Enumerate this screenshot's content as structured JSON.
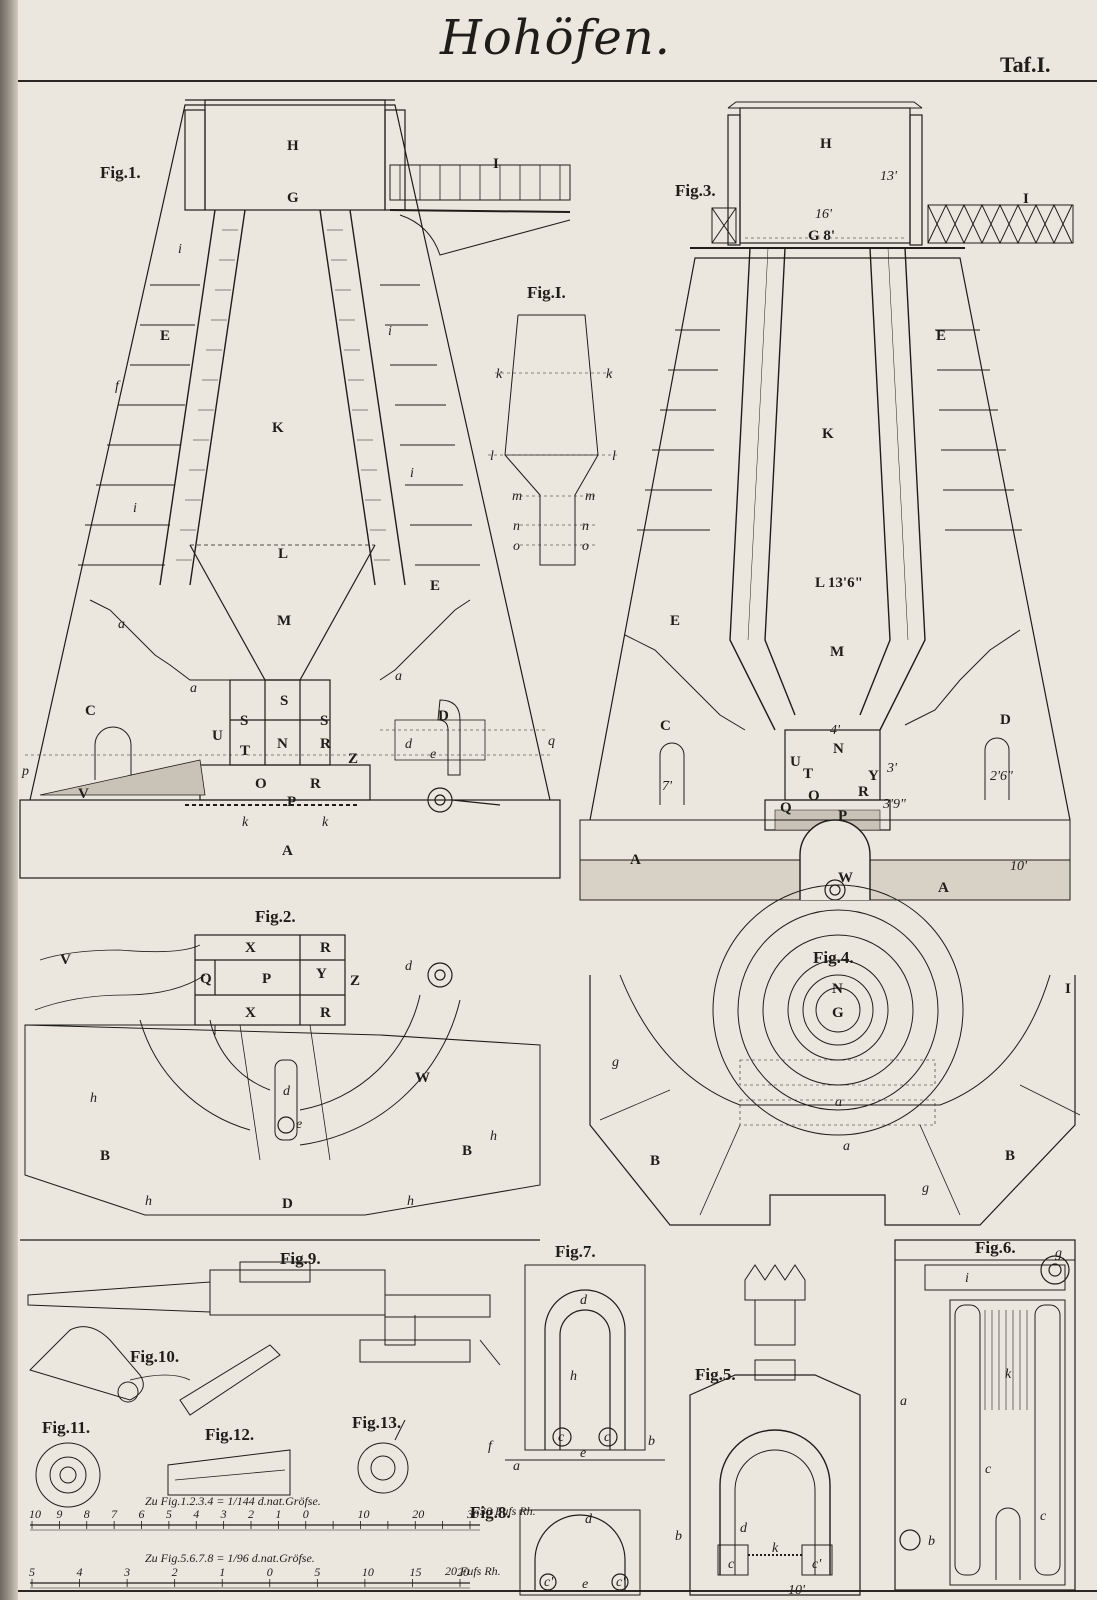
{
  "header": {
    "title": "Hohöfen.",
    "plate": "Taf.I."
  },
  "figures": {
    "fig1": "Fig.1.",
    "fig2": "Fig.2.",
    "fig3": "Fig.3.",
    "fig4": "Fig.4.",
    "fig5": "Fig.5.",
    "fig6": "Fig.6.",
    "fig7": "Fig.7.",
    "fig8": "Fig.8.",
    "fig9": "Fig.9.",
    "fig10": "Fig.10.",
    "fig11": "Fig.11.",
    "fig12": "Fig.12.",
    "fig13": "Fig.13.",
    "figI": "Fig.I."
  },
  "fig1_labels": {
    "H": "H",
    "G": "G",
    "I": "I",
    "K": "K",
    "L": "L",
    "M": "M",
    "E1": "E",
    "E2": "E",
    "C": "C",
    "D": "D",
    "S1": "S",
    "S2": "S",
    "S3": "S",
    "N": "N",
    "R1": "R",
    "R2": "R",
    "T": "T",
    "U": "U",
    "O": "O",
    "P": "P",
    "V": "V",
    "Z": "Z",
    "A": "A",
    "d": "d",
    "e": "e",
    "a1": "a",
    "a2": "a",
    "a3": "a",
    "f": "f",
    "i1": "i",
    "i2": "i",
    "i3": "i",
    "i4": "i",
    "k1": "k",
    "k2": "k",
    "p": "p",
    "q": "q"
  },
  "figI_labels": {
    "k1": "k",
    "k2": "k",
    "l1": "l",
    "l2": "l",
    "m1": "m",
    "m2": "m",
    "n1": "n",
    "n2": "n",
    "o1": "o",
    "o2": "o"
  },
  "fig3_labels": {
    "H": "H",
    "I": "I",
    "K": "K",
    "L": "L 13'6\"",
    "M": "M",
    "E1": "E",
    "E2": "E",
    "C": "C",
    "D": "D",
    "N": "N",
    "T": "T",
    "U": "U",
    "O": "O",
    "P": "P",
    "Q": "Q",
    "R": "R",
    "Y": "Y",
    "W": "W",
    "A1": "A",
    "A2": "A",
    "G": "G 8'",
    "dim16": "16'",
    "dim13": "13'",
    "dim7": "7'",
    "dim26": "2'6\"",
    "dim4": "4'",
    "dim3": "3'",
    "dim39": "3'9\"",
    "dim10": "10'"
  },
  "fig2_labels": {
    "X1": "X",
    "X2": "X",
    "R1": "R",
    "R2": "R",
    "P": "P",
    "Q": "Q",
    "Y": "Y",
    "Z": "Z",
    "V": "V",
    "W": "W",
    "B1": "B",
    "B2": "B",
    "D": "D",
    "d1": "d",
    "d2": "d",
    "e": "e",
    "h1": "h",
    "h2": "h",
    "h3": "h",
    "h4": "h"
  },
  "fig4_labels": {
    "N": "N",
    "G": "G",
    "I": "I",
    "B1": "B",
    "B2": "B",
    "a1": "a",
    "a2": "a",
    "g1": "g",
    "g2": "g"
  },
  "fig6_labels": {
    "g": "g",
    "i": "i",
    "k": "k",
    "a": "a",
    "b": "b",
    "c1": "c",
    "c2": "c"
  },
  "fig7_labels": {
    "d": "d",
    "h": "h",
    "a": "a",
    "b": "b",
    "e": "e",
    "f": "f",
    "c1": "c",
    "c2": "c"
  },
  "fig5_labels": {
    "d": "d",
    "k": "k",
    "c1": "c",
    "c2": "c'",
    "b": "b",
    "dim": "10'"
  },
  "fig8_labels": {
    "d": "d",
    "e": "e",
    "c1": "c'",
    "c2": "c'"
  },
  "scales": {
    "top_text": "Zu Fig.1.2.3.4 = 1/144 d.nat.Gröfse.",
    "top_unit": "30 Fufs Rh.",
    "top_ticks": [
      "10",
      "9",
      "8",
      "7",
      "6",
      "5",
      "4",
      "3",
      "2",
      "1",
      "0",
      "",
      "10",
      "",
      "20",
      "",
      "30"
    ],
    "bottom_text": "Zu Fig.5.6.7.8 = 1/96 d.nat.Gröfse.",
    "bottom_unit": "20 Fufs Rh.",
    "bottom_ticks": [
      "5",
      "4",
      "3",
      "2",
      "1",
      "0",
      "5",
      "10",
      "15",
      "20"
    ]
  },
  "colors": {
    "paper": "#ece7de",
    "ink": "#1f1d1a",
    "border": "#dcd6cc"
  }
}
